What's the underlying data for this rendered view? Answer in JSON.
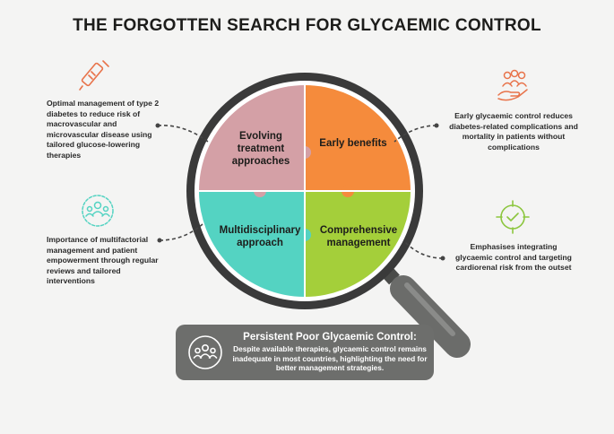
{
  "title": "THE FORGOTTEN SEARCH FOR GLYCAEMIC CONTROL",
  "quadrants": {
    "top_left": "Evolving treatment approaches",
    "top_right": "Early benefits",
    "bottom_left": "Multidisciplinary approach",
    "bottom_right": "Comprehensive management"
  },
  "notes": {
    "top_left": "Optimal management of type 2 diabetes to reduce risk of macrovascular and microvascular disease using tailored glucose-lowering therapies",
    "top_right": "Early glycaemic control reduces diabetes-related complications and mortality in patients without complications",
    "bottom_left": "Importance of multifactorial management and patient empowerment through regular reviews and tailored interventions",
    "bottom_right": "Emphasises integrating glycaemic control and targeting cardiorenal risk from the outset"
  },
  "banner": {
    "title": "Persistent Poor Glycaemic Control:",
    "body": "Despite available therapies, glycaemic control remains inadequate in most countries, highlighting the need for better management strategies."
  },
  "icons": {
    "top_left": "insulin-pen-icon",
    "top_right": "caring-hand-people-icon",
    "bottom_left": "team-group-icon",
    "bottom_right": "target-check-icon",
    "banner": "patients-group-icon"
  },
  "colors": {
    "top_left": "#d4a0a6",
    "top_right": "#f58b3c",
    "bottom_left": "#54d3c2",
    "bottom_right": "#a4cf3a",
    "accent": "#e8734a",
    "green_accent": "#8cc63f",
    "lens_ring": "#2f2f2f",
    "handle": "#6b6c6a",
    "banner_bg": "#6d6e6c"
  }
}
